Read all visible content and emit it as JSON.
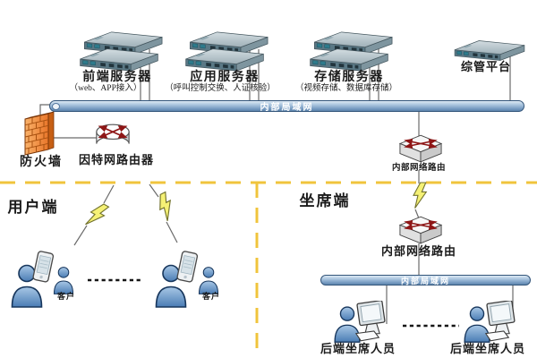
{
  "zones": {
    "user": "用户端",
    "agent": "坐席端"
  },
  "server_groups": [
    {
      "label": "前端服务器",
      "sublabel": "（web、APP接入）"
    },
    {
      "label": "应用服务器",
      "sublabel": "（呼叫控制交换、人证核验）"
    },
    {
      "label": "存储服务器",
      "sublabel": "（视频存储、数据库存储）"
    },
    {
      "label": "综管平台",
      "sublabel": ""
    }
  ],
  "lan_bars": [
    {
      "label": "内部局域网"
    },
    {
      "label": "内部局域网"
    }
  ],
  "firewall": {
    "label": "防火墙"
  },
  "internet_router": {
    "label": "因特网路由器"
  },
  "internal_routers": [
    {
      "label": "内部网络路由"
    },
    {
      "label": "内部网络路由"
    }
  ],
  "clients": [
    {
      "label": "客户"
    },
    {
      "label": "客户"
    }
  ],
  "agents": [
    {
      "label": "后端坐席人员"
    },
    {
      "label": "后端坐席人员"
    }
  ],
  "colors": {
    "lan_bar_blue": "#7398bf",
    "divider_yellow": "#f0c43c",
    "firewall_orange": "#ec8132",
    "bolt_yellow": "#f5f175",
    "person_blue": "#4a7cb4",
    "router_arrow_red": "#8e1616",
    "server_top": "#b9c6cc",
    "server_front": "#5a7885"
  }
}
